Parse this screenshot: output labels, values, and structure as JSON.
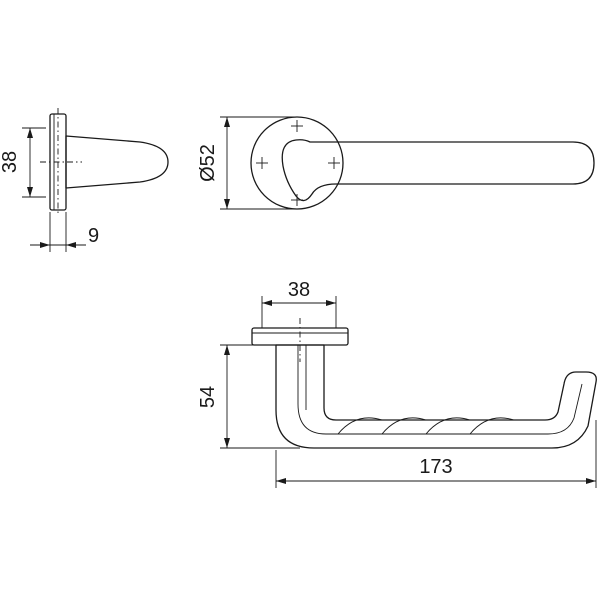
{
  "drawing": {
    "dimensions": {
      "rose_height": "38",
      "rose_thickness": "9",
      "rose_diameter": "Ø52",
      "top_width": "38",
      "lever_height": "54",
      "lever_length": "173"
    }
  }
}
